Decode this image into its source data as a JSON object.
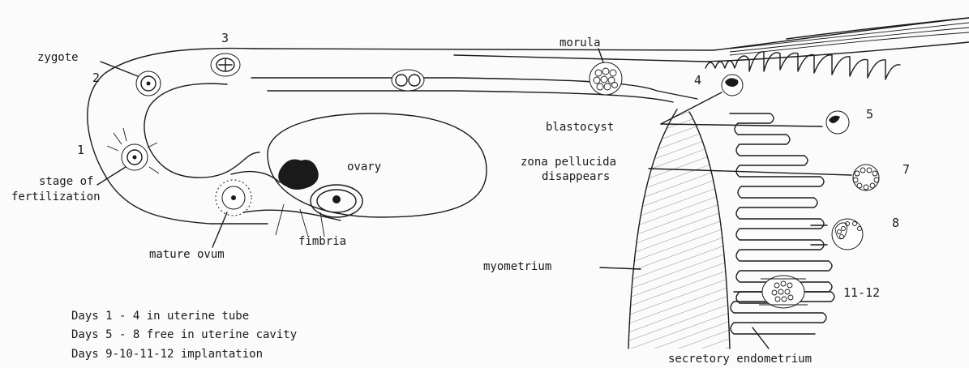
{
  "labels": {
    "zygote": "zygote",
    "stage_of": "stage of",
    "fertilization": "fertilization",
    "mature_ovum": "mature ovum",
    "fimbria": "fimbria",
    "ovary": "ovary",
    "morula": "morula",
    "blastocyst": "blastocyst",
    "zona_line1": "zona pellucida",
    "zona_line2": "disappears",
    "myometrium": "myometrium",
    "secretory_endometrium": "secretory endometrium"
  },
  "stage_numbers": {
    "n1": "1",
    "n2": "2",
    "n3": "3",
    "n4": "4",
    "n5": "5",
    "n7": "7",
    "n8": "8",
    "n11_12": "11-12"
  },
  "notes": [
    "Days 1 - 4 in uterine tube",
    "Days 5 - 8 free in uterine cavity",
    "Days 9-10-11-12 implantation"
  ]
}
